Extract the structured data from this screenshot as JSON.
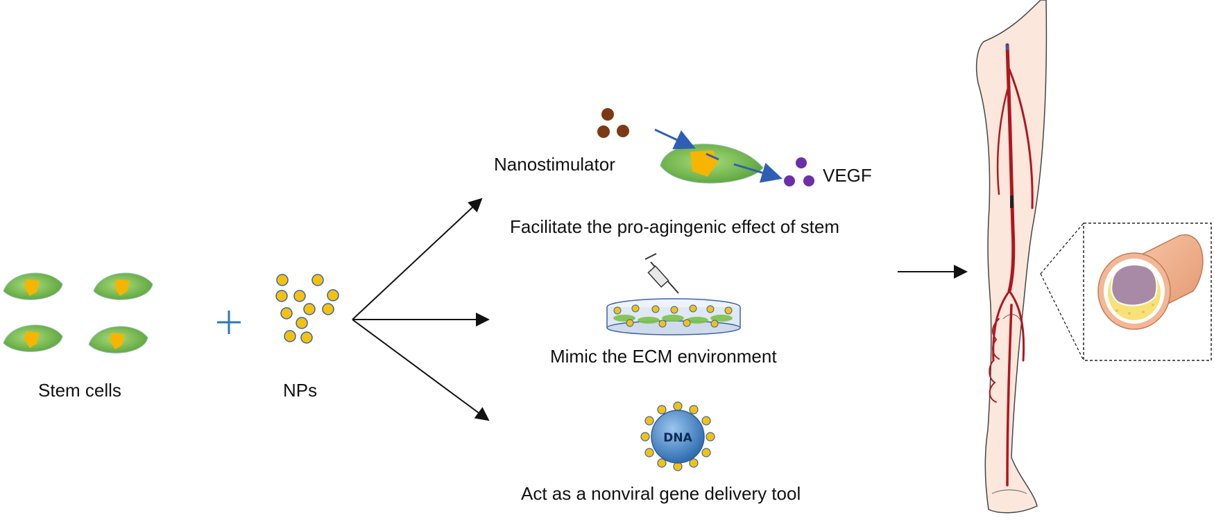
{
  "diagram": {
    "stem_cells_label": "Stem cells",
    "nps_label": "NPs",
    "plus_symbol": "+",
    "nanostimulator_label": "Nanostimulator",
    "vegf_label": "VEGF",
    "caption_top": "Facilitate the pro-agingenic effect of stem",
    "caption_middle": "Mimic the ECM environment",
    "caption_bottom": "Act as a nonviral gene delivery tool",
    "dna_label": "DNA"
  },
  "colors": {
    "cell_green": "#7cc24a",
    "nucleus_yellow": "#f7b500",
    "np_yellow": "#f4c20d",
    "np_outline": "#3a63a8",
    "plus_blue": "#2e75b6",
    "arrow_blue": "#2e5fb5",
    "stimulator_brown": "#7b3a14",
    "vegf_purple": "#6b2fa8",
    "dna_blue": "#4b88c7",
    "artery_red": "#b0161f",
    "leg_skin": "#fbe7dc",
    "vessel_orange": "#f0b491",
    "plaque_purple": "#a98aa6",
    "plaque_yellow": "#f7e27a"
  }
}
